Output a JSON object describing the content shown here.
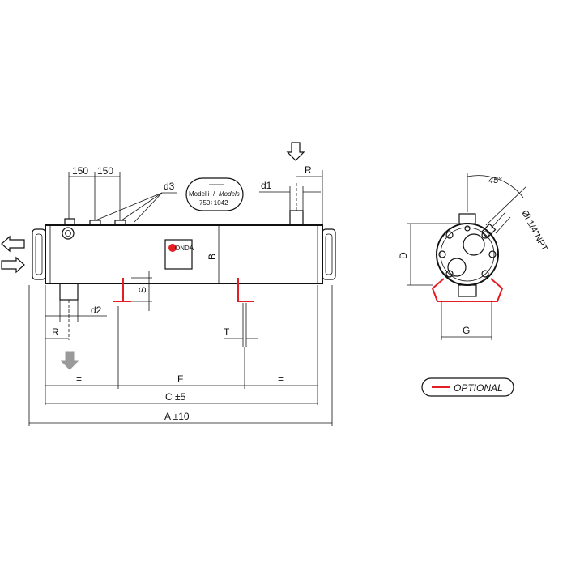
{
  "labels": {
    "dim_150_a": "150",
    "dim_150_b": "150",
    "d3": "d3",
    "d1": "d1",
    "r_top": "R",
    "b": "B",
    "s": "S",
    "d2": "d2",
    "r_bottom": "R",
    "t": "T",
    "eq_left": "=",
    "f": "F",
    "eq_right": "=",
    "c": "C ±5",
    "a": "A ±10",
    "d": "D",
    "g": "G",
    "angle": "45°",
    "npt": "Øi 1/4\"NPT",
    "brand": "ONDA",
    "optional": "OPTIONAL",
    "models_title_it": "Modelli",
    "models_sep": "/",
    "models_title_en": "Models",
    "models_range": "750÷1042"
  },
  "colors": {
    "line": "#111111",
    "optional_red": "#e31e24",
    "drain_arrow": "#9a9a9a",
    "brand_dot": "#e31e24"
  }
}
